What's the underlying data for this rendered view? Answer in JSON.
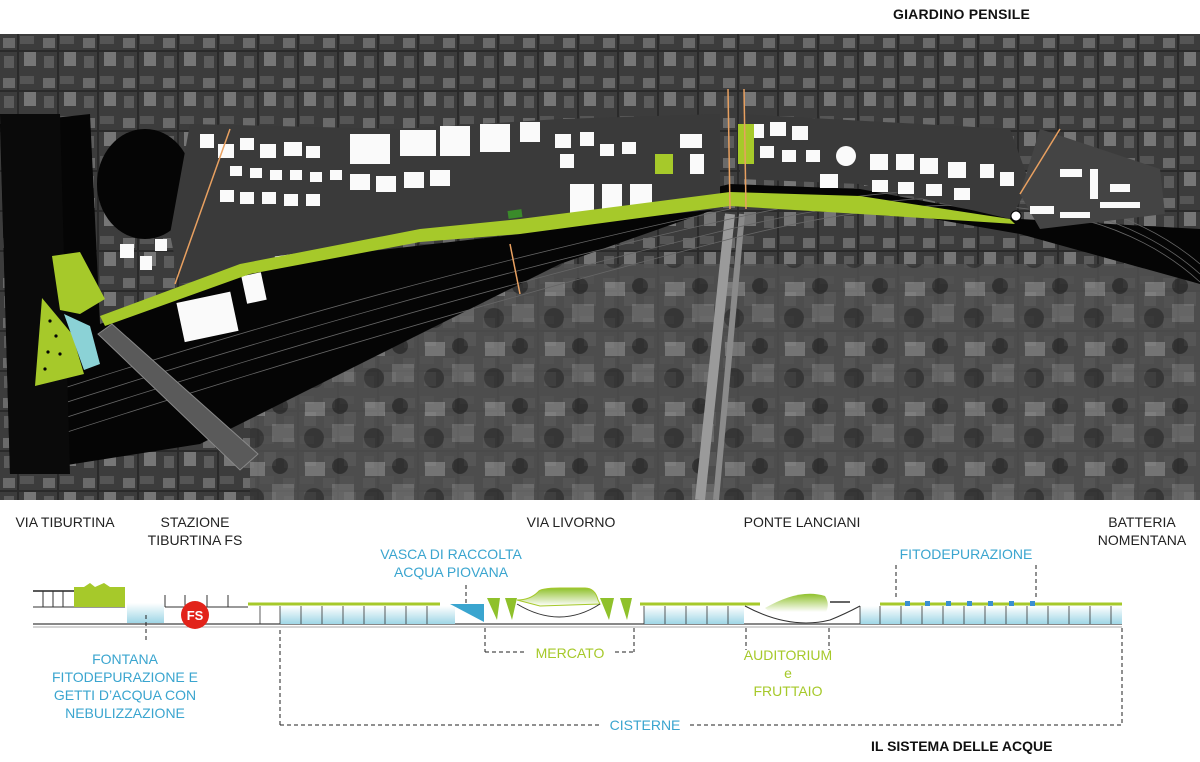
{
  "titles": {
    "top": "GIARDINO PENSILE",
    "bottom": "IL SISTEMA DELLE ACQUE"
  },
  "colors": {
    "garden_green": "#a6c92a",
    "water_blue": "#3aa5cf",
    "cistern_blue": "#a8dbe8",
    "fs_red": "#e2231a",
    "block_grey": "#4a4a4a",
    "rail_black": "#050505",
    "path_orange": "#e8a060"
  },
  "location_labels": [
    {
      "id": "via-tiburtina",
      "text": "VIA TIBURTINA"
    },
    {
      "id": "stazione",
      "line1": "STAZIONE",
      "line2": "TIBURTINA FS"
    },
    {
      "id": "via-livorno",
      "text": "VIA LIVORNO"
    },
    {
      "id": "ponte-lanciani",
      "text": "PONTE LANCIANI"
    },
    {
      "id": "batteria",
      "line1": "BATTERIA",
      "line2": "NOMENTANA"
    }
  ],
  "water_labels": {
    "vasca": {
      "line1": "VASCA DI RACCOLTA",
      "line2": "ACQUA PIOVANA"
    },
    "fitodepurazione": "FITODEPURAZIONE",
    "fontana": {
      "line1": "FONTANA",
      "line2": "FITODEPURAZIONE E",
      "line3": "GETTI D’ACQUA CON",
      "line4": "NEBULIZZAZIONE"
    },
    "cisterne": "CISTERNE"
  },
  "program_labels": {
    "mercato": "MERCATO",
    "auditorium": {
      "line1": "AUDITORIUM",
      "line2": "e",
      "line3": "FRUTTAIO"
    }
  },
  "fs_badge": "FS"
}
